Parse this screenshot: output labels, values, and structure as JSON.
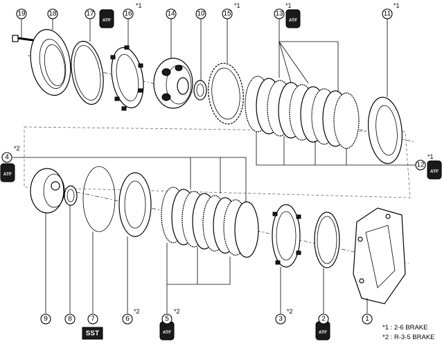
{
  "callouts": {
    "c1": "1",
    "c2": "2",
    "c3": "3",
    "c4": "4",
    "c5": "5",
    "c6": "6",
    "c7": "7",
    "c8": "8",
    "c9": "9",
    "c10": "10",
    "c11": "11",
    "c12": "12",
    "c13": "13",
    "c14": "14",
    "c15": "15",
    "c16": "16",
    "c17": "17",
    "c18": "18",
    "c19": "19"
  },
  "markers": {
    "star1": "*1",
    "star2": "*2"
  },
  "badges": {
    "atf": "ATF",
    "sst": "SST"
  },
  "legend": {
    "line1": "*1 : 2-6 BRAKE",
    "line2": "*2 : R-3-5 BRAKE"
  }
}
